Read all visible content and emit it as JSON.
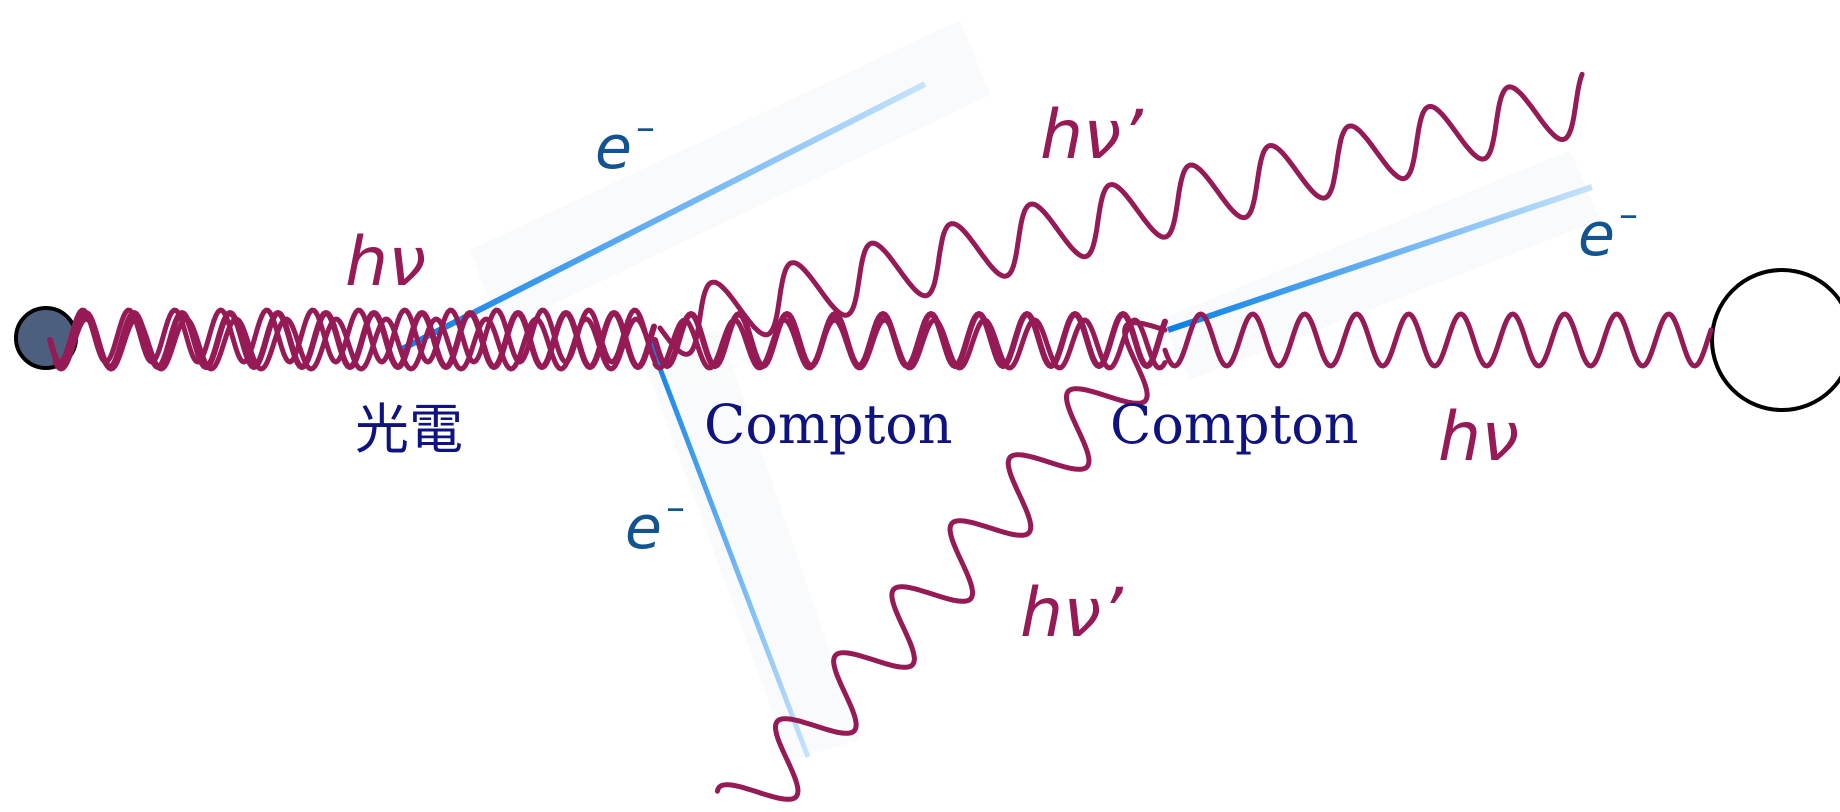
{
  "labels": {
    "photoelectric": "光電",
    "compton_1": "Compton",
    "compton_2": "Compton",
    "photon_in": "hν",
    "photon_out": "hν",
    "photon_scattered_1": "hν’",
    "photon_scattered_2": "hν’",
    "electron_1": "e",
    "electron_2": "e",
    "electron_3": "e",
    "electron_charge": "–"
  },
  "colors": {
    "photon": "#951a55",
    "electron_start": "#0a7fe8",
    "electron_end": "#c6e3fb",
    "electron_label": "#125391",
    "process_label": "#0f137f",
    "source_fill": "#4c5f7f",
    "outline": "#000000"
  }
}
